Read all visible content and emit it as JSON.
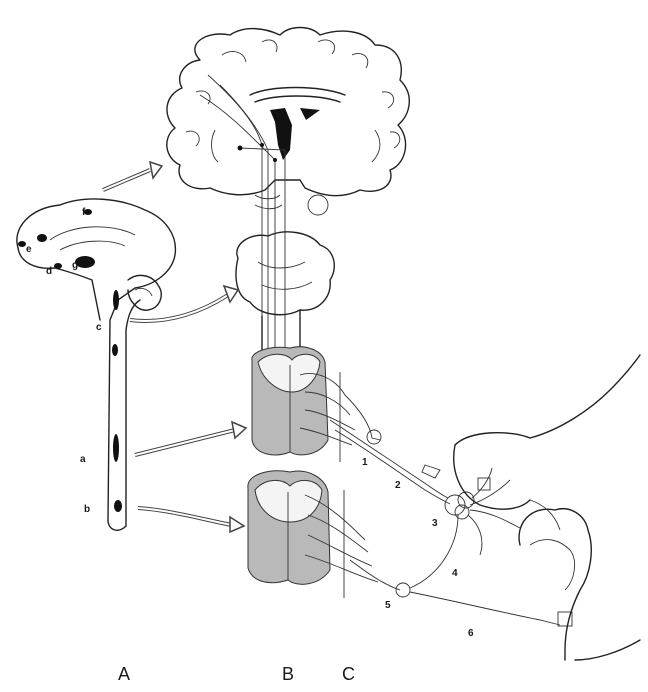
{
  "sagittal_labels": {
    "f": "f",
    "e": "e",
    "d": "d",
    "g": "g",
    "c": "c",
    "a": "a",
    "b": "b"
  },
  "pathway_numbers": [
    "1",
    "2",
    "3",
    "4",
    "5",
    "6"
  ],
  "panel_labels": {
    "A": "A",
    "B": "B",
    "C": "C"
  }
}
